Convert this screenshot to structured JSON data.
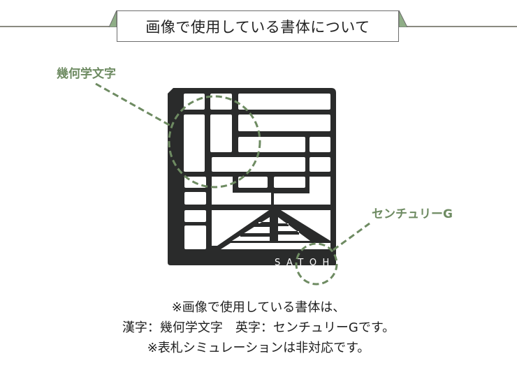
{
  "header": {
    "title": "画像で使用している書体について",
    "accent_color": "#8fae87",
    "line_color": "#8a8a80"
  },
  "annotations": {
    "kanji_font_label": "幾何学文字",
    "latin_font_label": "センチュリーG",
    "color": "#6e8b62"
  },
  "logo": {
    "name_text": "SATOH",
    "fill_color": "#2a2b2b"
  },
  "notes": {
    "line1": "※画像で使用している書体は、",
    "line2": "漢字：幾何学文字　英字：センチュリーGです。",
    "line3": "※表札シミュレーションは非対応です。"
  }
}
